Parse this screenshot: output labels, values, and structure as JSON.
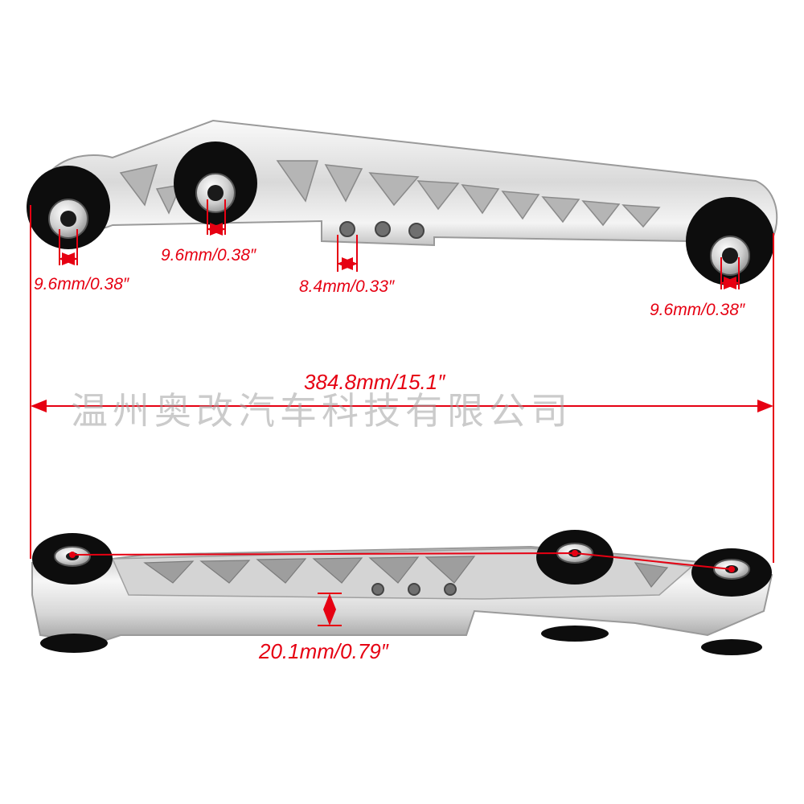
{
  "dimensions": {
    "bushing_left": "9.6mm/0.38″",
    "bushing_mid": "9.6mm/0.38″",
    "bushing_right": "9.6mm/0.38″",
    "bolt_hole": "8.4mm/0.33″",
    "overall_length": "384.8mm/15.1″",
    "thickness": "20.1mm/0.79″"
  },
  "watermark": "温州奥改汽车科技有限公司",
  "colors": {
    "dimension": "#e60012",
    "metal_light": "#f2f2f2",
    "metal_mid": "#c9c9c9",
    "metal_dark": "#8a8a8a",
    "bushing": "#0d0d0d",
    "background": "#ffffff"
  }
}
